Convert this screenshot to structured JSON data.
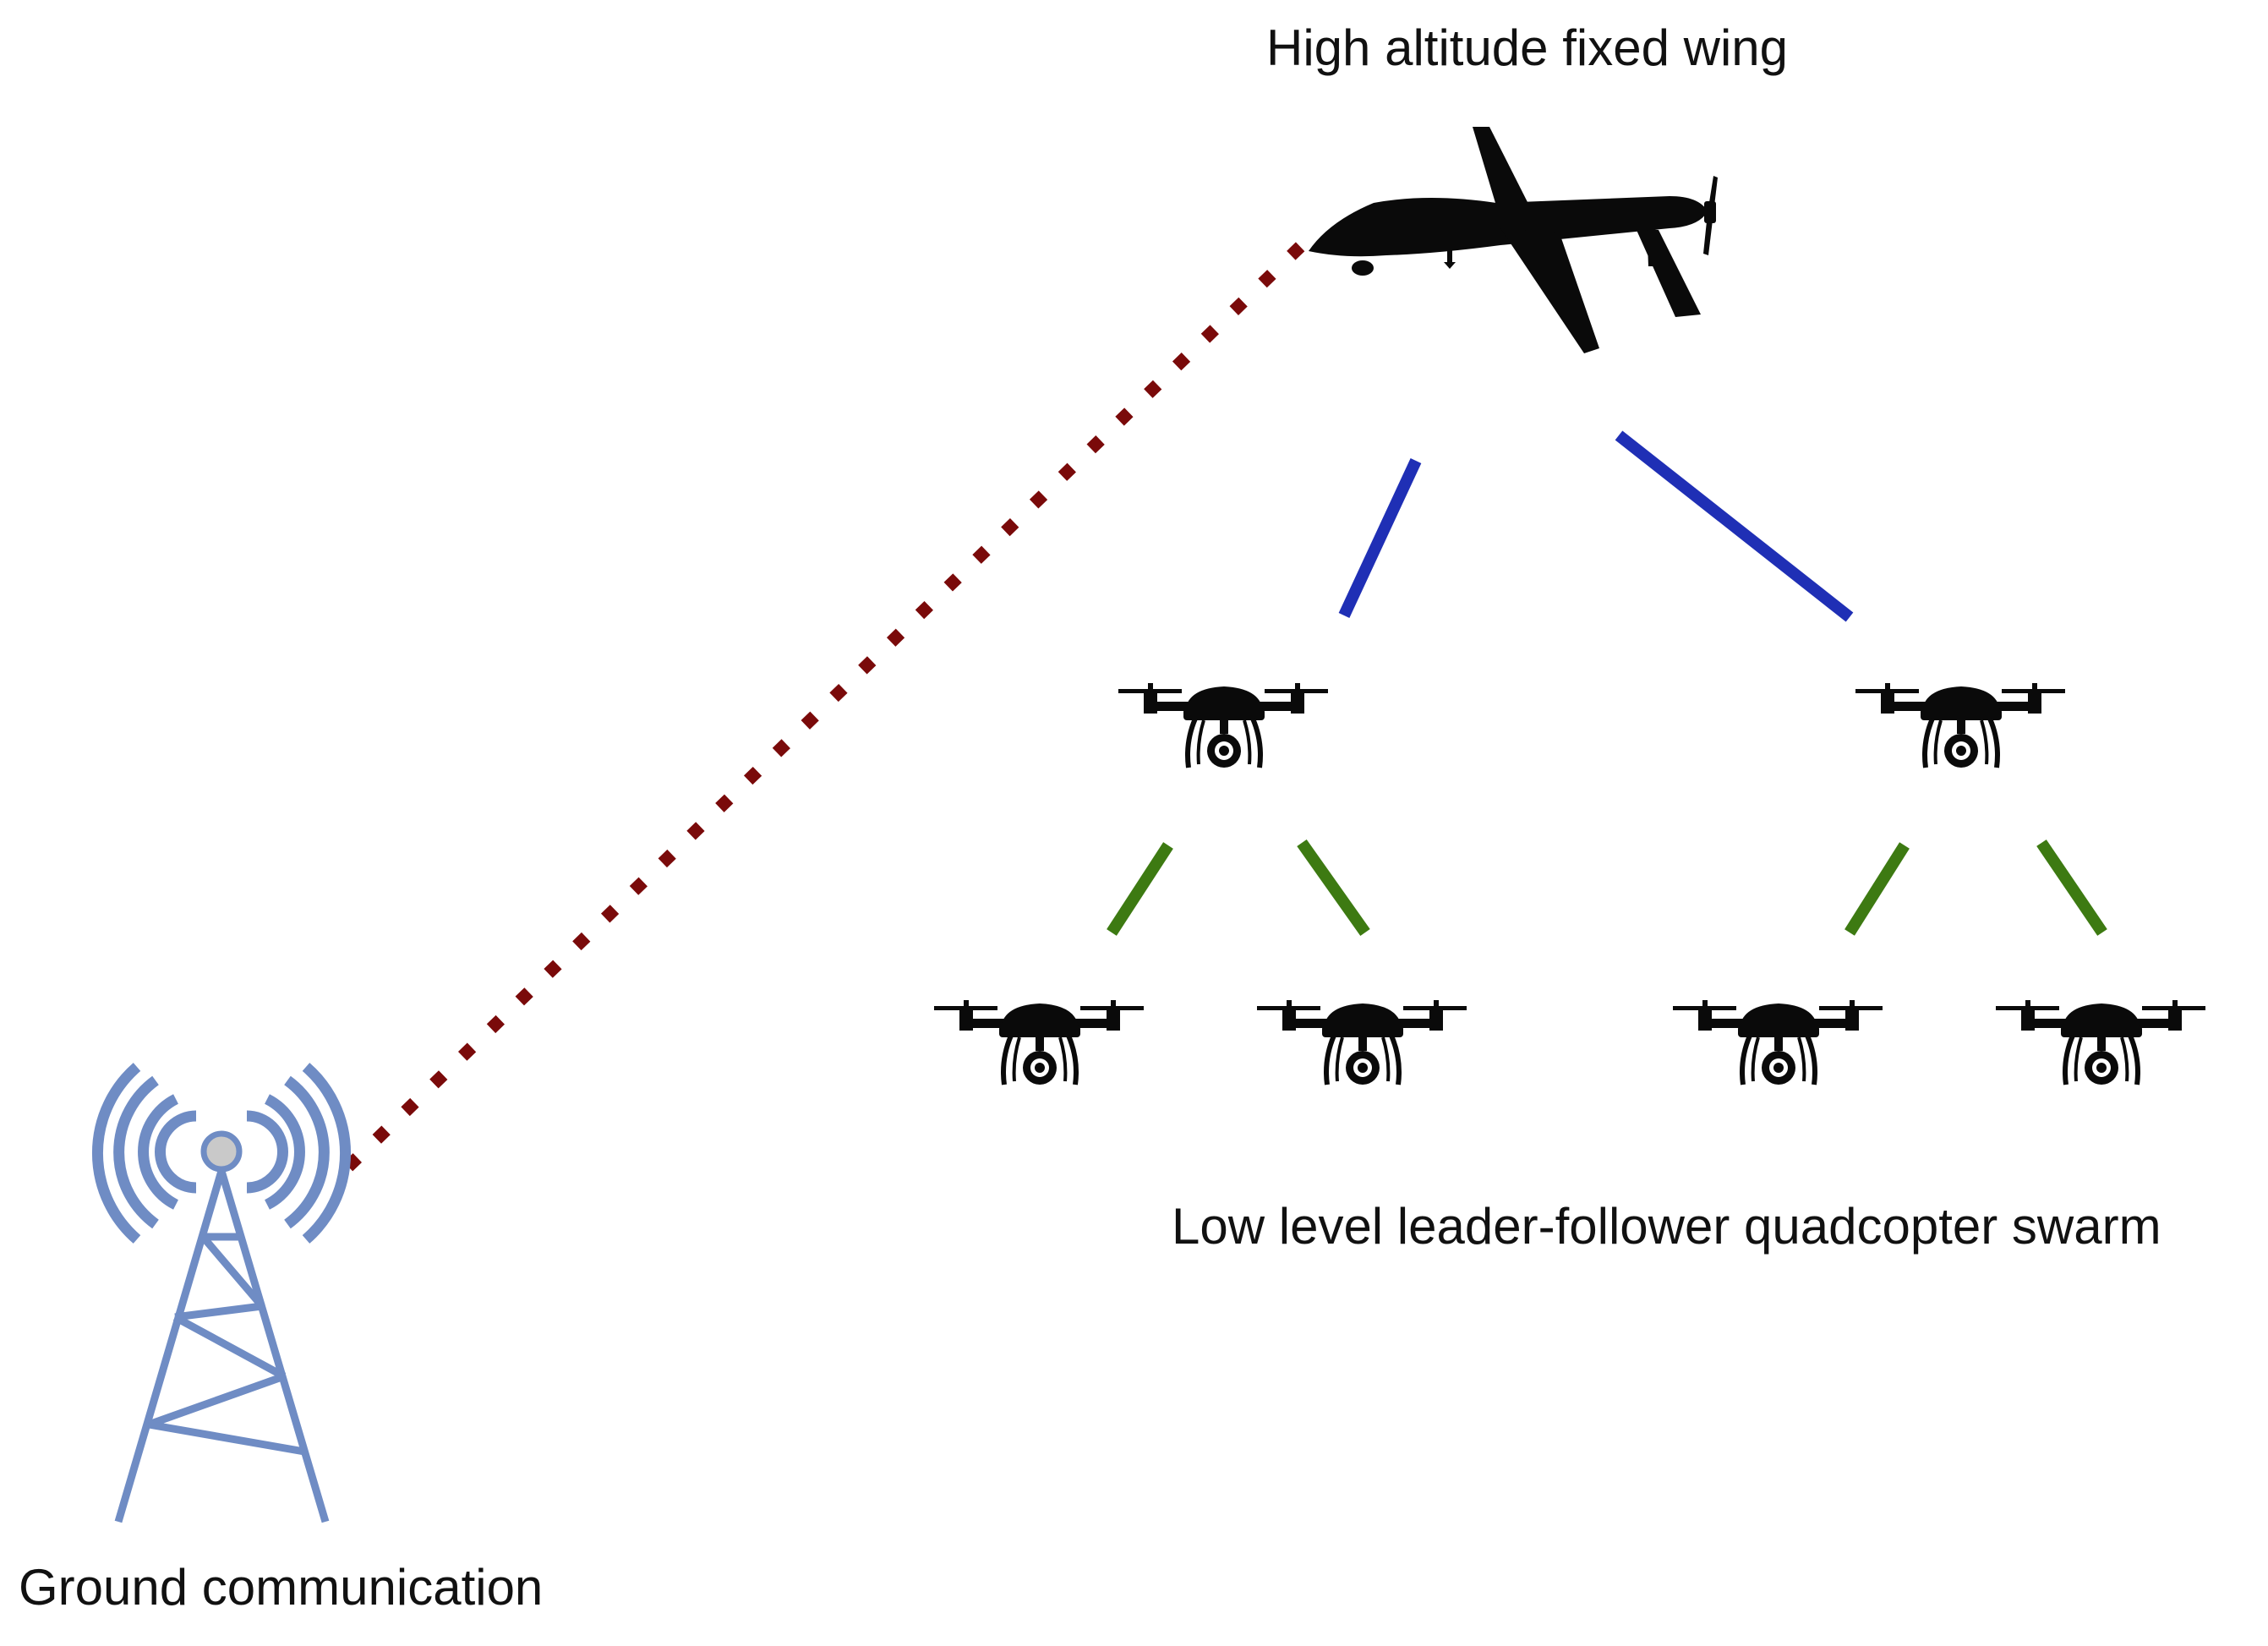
{
  "labels": {
    "fixed_wing": "High altitude fixed wing",
    "swarm": "Low level leader-follower quadcopter swarm",
    "ground": "Ground communication"
  },
  "colors": {
    "ground_link": "#7a0a0a",
    "leader_link": "#1f2fb5",
    "follower_link": "#3d7a12",
    "tower": "#6f8cc4",
    "tower_node": "#c9c9c9",
    "silhouette": "#0a0a0a"
  },
  "icons": {
    "tower": "radio-tower-icon",
    "fixed_wing": "fixed-wing-drone-icon",
    "quadcopter": "quadcopter-icon"
  },
  "hierarchy": {
    "root": "High altitude fixed wing",
    "leaders": 2,
    "followers_per_leader": 2
  }
}
